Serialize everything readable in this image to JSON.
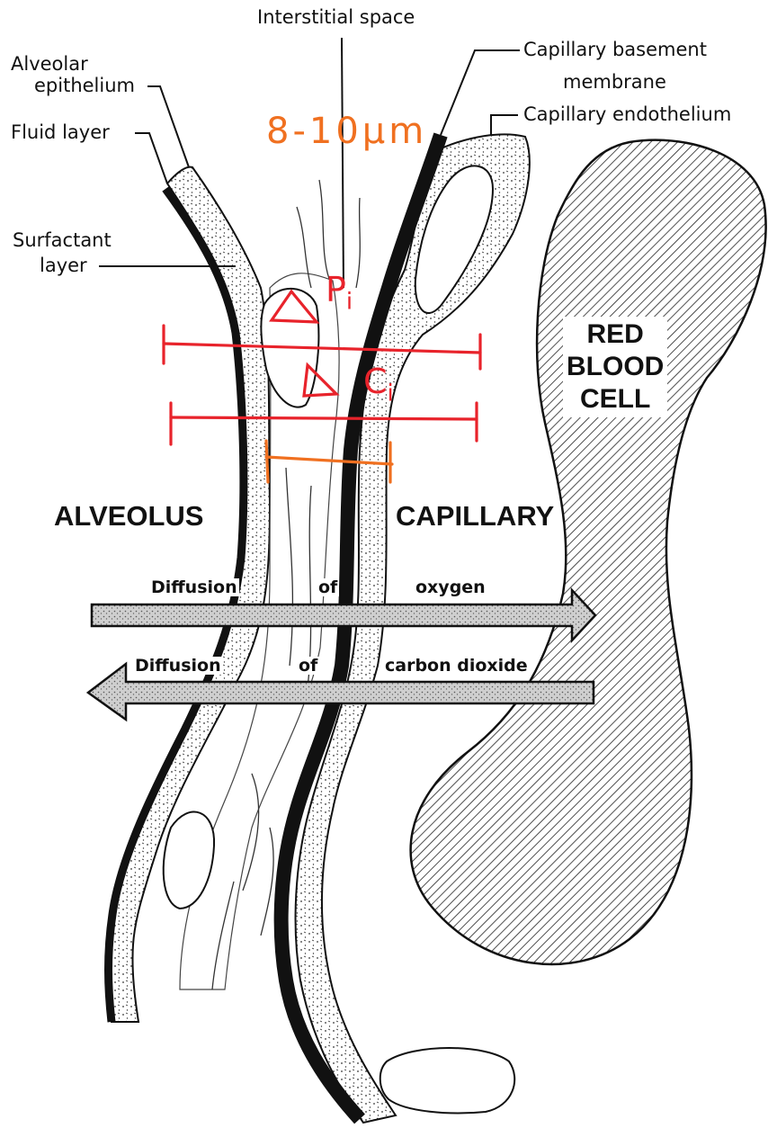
{
  "labels": {
    "interstitial_space": "Interstitial space",
    "alveolar_epithelium_line1": "Alveolar",
    "alveolar_epithelium_line2": "epithelium",
    "fluid_layer": "Fluid layer",
    "surfactant_line1": "Surfactant",
    "surfactant_line2": "layer",
    "capillary_basement_line1": "Capillary basement",
    "capillary_basement_line2": "membrane",
    "capillary_endothelium": "Capillary endothelium",
    "alveolus": "ALVEOLUS",
    "capillary": "CAPILLARY",
    "red_blood_cell_line1": "RED",
    "red_blood_cell_line2": "BLOOD",
    "red_blood_cell_line3": "CELL"
  },
  "arrows": {
    "oxygen": {
      "word1": "Diffusion",
      "word2": "of",
      "word3": "oxygen",
      "direction": "right"
    },
    "carbon_dioxide": {
      "word1": "Diffusion",
      "word2": "of",
      "word3": "carbon dioxide",
      "direction": "left"
    }
  },
  "annotations": {
    "thickness": "8-10µm",
    "pressure_symbol": "ΔP",
    "pressure_sub": "i",
    "concentration_symbol": "ΔC",
    "concentration_sub": "i",
    "red_color": "#e8232b",
    "orange_color": "#f07020"
  }
}
